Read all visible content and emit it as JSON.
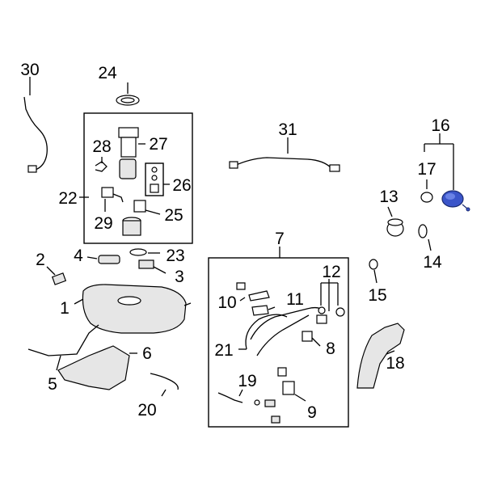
{
  "diagram": {
    "highlight_color": "#3b55c9",
    "highlighted_part": "16",
    "callouts": {
      "c1": "1",
      "c2": "2",
      "c3": "3",
      "c4": "4",
      "c5": "5",
      "c6": "6",
      "c7": "7",
      "c8": "8",
      "c9": "9",
      "c10": "10",
      "c11": "11",
      "c12": "12",
      "c13": "13",
      "c14": "14",
      "c15": "15",
      "c16": "16",
      "c17": "17",
      "c18": "18",
      "c19": "19",
      "c20": "20",
      "c21": "21",
      "c22": "22",
      "c23": "23",
      "c24": "24",
      "c25": "25",
      "c26": "26",
      "c27": "27",
      "c28": "28",
      "c29": "29",
      "c30": "30",
      "c31": "31"
    }
  }
}
